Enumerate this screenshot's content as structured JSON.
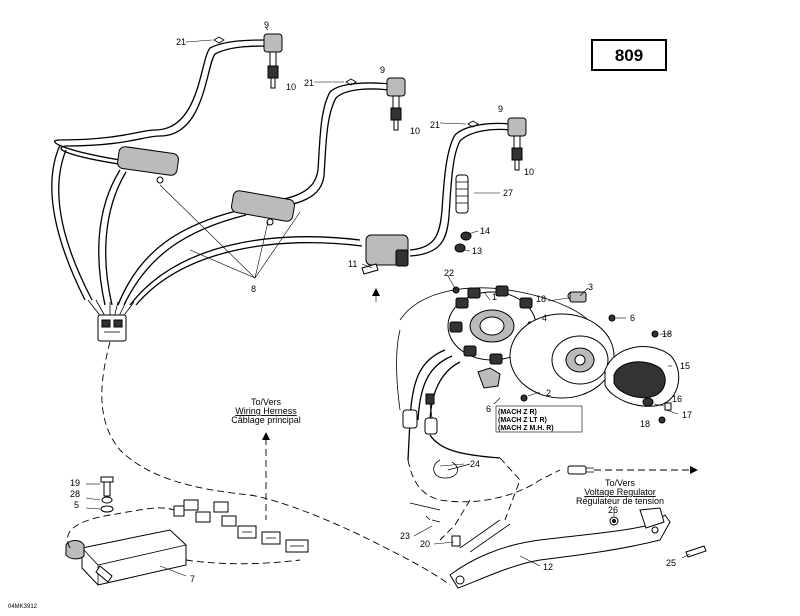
{
  "page_number": "809",
  "footer_code": "04MK3912",
  "callouts": {
    "c1": "1",
    "c2": "2",
    "c3": "3",
    "c4": "4",
    "c5": "5",
    "c6a": "6",
    "c6b": "6",
    "c7": "7",
    "c8": "8",
    "c9a": "9",
    "c9b": "9",
    "c9c": "9",
    "c10a": "10",
    "c10b": "10",
    "c10c": "10",
    "c11": "11",
    "c12": "12",
    "c13": "13",
    "c14": "14",
    "c15": "15",
    "c16": "16",
    "c17": "17",
    "c18a": "18",
    "c18b": "18",
    "c18c": "18",
    "c19": "19",
    "c20": "20",
    "c21a": "21",
    "c21b": "21",
    "c21c": "21",
    "c22": "22",
    "c23": "23",
    "c24": "24",
    "c25": "25",
    "c26": "26",
    "c27": "27",
    "c28": "28"
  },
  "harness_label": {
    "line1": "To/Vers",
    "line2": "Wiring Herness",
    "line3": "Câblage principal"
  },
  "regulator_label": {
    "line1": "To/Vers",
    "line2": "Voltage Regulator",
    "line3": "Régulateur de tension"
  },
  "models": [
    "(MACH Z R)",
    "(MACH Z LT R)",
    "(MACH Z M.H. R)"
  ]
}
